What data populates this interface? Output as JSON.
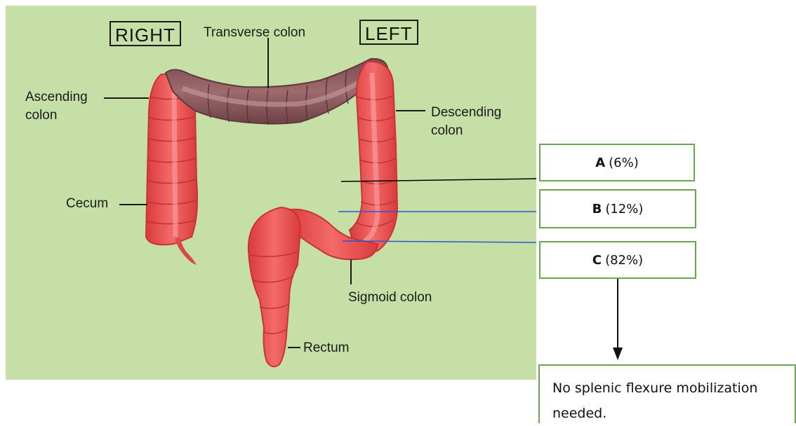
{
  "orientation": {
    "right": "RIGHT",
    "left": "LEFT"
  },
  "labels": {
    "transverse": "Transverse colon",
    "ascending_1": "Ascending",
    "ascending_2": "colon",
    "descending_1": "Descending",
    "descending_2": "colon",
    "cecum": "Cecum",
    "sigmoid": "Sigmoid colon",
    "rectum": "Rectum"
  },
  "callouts": [
    {
      "letter": "A",
      "value": "(6%)"
    },
    {
      "letter": "B",
      "value": "(12%)"
    },
    {
      "letter": "C",
      "value": "(82%)"
    }
  ],
  "note": "No splenic flexure mobilization needed.",
  "colors": {
    "background": "#c6dfa6",
    "colon": "#ef5a5a",
    "transverse": "#8a5a5e",
    "box_border": "#6aa84f",
    "line_a": "#000000",
    "line_bc": "#3355cc"
  }
}
